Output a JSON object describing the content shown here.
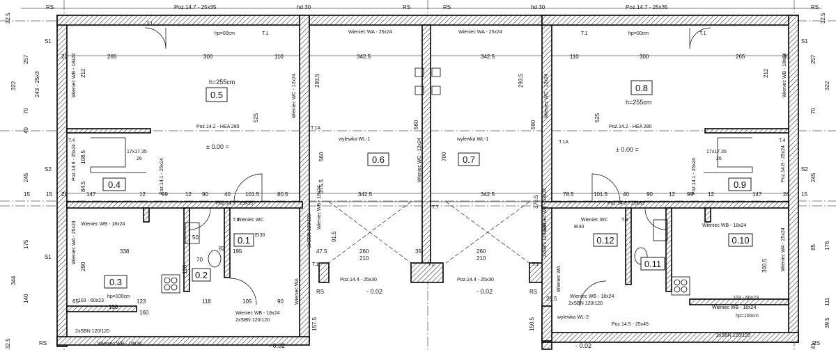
{
  "rooms": [
    {
      "id": "0.5",
      "height": "h=255cm"
    },
    {
      "id": "0.4"
    },
    {
      "id": "0.1"
    },
    {
      "id": "0.2"
    },
    {
      "id": "0.3"
    },
    {
      "id": "0.6"
    },
    {
      "id": "0.7"
    },
    {
      "id": "0.8",
      "height": "h=255cm"
    },
    {
      "id": "0.9"
    },
    {
      "id": "0.12"
    },
    {
      "id": "0.11"
    },
    {
      "id": "0.10"
    }
  ],
  "labels": {
    "poz_top": "Poz.14.7 - 25x35",
    "hd30": "hd 30",
    "rs": "RS",
    "wieniec_wa": "Wieniec WA - 25x24",
    "wieniec_wa_short": "Wieniec WA",
    "wieniec_wb": "Wieniec WB - 18x24",
    "wieniec_wc": "Wieniec WC",
    "wieniec_wc_long": "Wieniec WC - 12x24",
    "poz_hea_left": "Poz.14.2 - HEA 280",
    "poz_hea_right": "Poz.14.2 - HEA 280",
    "wylewka": "wylewka WL-1",
    "wylewka2": "wylewka WL-2",
    "level_zero": "± 0.00 =",
    "level_minus": "- 0.02",
    "hp_top": "hp=00cm",
    "hp_left": "hp=100cm",
    "hp_right": "hp=100cm",
    "stairs": "17x17.35",
    "stairs_count": "26",
    "sbn": "2xSBN 120/120",
    "poz_143": "Poz.14.3 - 25x35",
    "poz_144": "Poz.14.4 - 25x30",
    "poz_145": "Poz.14.5 - 25x45",
    "poz_141": "Poz.14.1 - 25x24",
    "poz_148": "Poz.14.8 - 25x24",
    "t1": "T.1",
    "t1a": "T.1A",
    "t3": "T.3",
    "t4": "T.4",
    "t7": "T.7",
    "ei30": "EI30",
    "s1": "S1",
    "s2": "S2",
    "window": "103 - 60x23"
  },
  "dims": {
    "top": [
      "20",
      "265",
      "300",
      "110",
      "342.5",
      "342.5",
      "110",
      "300",
      "265",
      "20"
    ],
    "mid": [
      "15",
      "28",
      "147",
      "12",
      "99",
      "12",
      "90",
      "40",
      "101.5",
      "80.5",
      "342.5",
      "342.5",
      "78.5",
      "101.5",
      "40",
      "90",
      "12",
      "99",
      "12",
      "147",
      "28",
      "15"
    ],
    "low": [
      "338",
      "195",
      "260",
      "210",
      "260",
      "210",
      "300.5"
    ],
    "left_side": [
      "32.5",
      "257",
      "322",
      "243 - 25x3",
      "70",
      "40",
      "245",
      "15",
      "175",
      "344",
      "140",
      "32.5"
    ],
    "right_side": [
      "32.5",
      "257",
      "322",
      "70",
      "245",
      "176",
      "85",
      "111",
      "39.5",
      "41"
    ],
    "inner": [
      "525",
      "525",
      "560",
      "560",
      "700",
      "590",
      "375.5",
      "376.5",
      "293.5",
      "293.5",
      "212",
      "212",
      "108.5",
      "84.5",
      "290",
      "150",
      "160",
      "65",
      "123",
      "118",
      "105",
      "90",
      "91.5",
      "47.5",
      "35",
      "28.5",
      "157.5",
      "150.5",
      "120",
      "50",
      "82",
      "70"
    ]
  }
}
